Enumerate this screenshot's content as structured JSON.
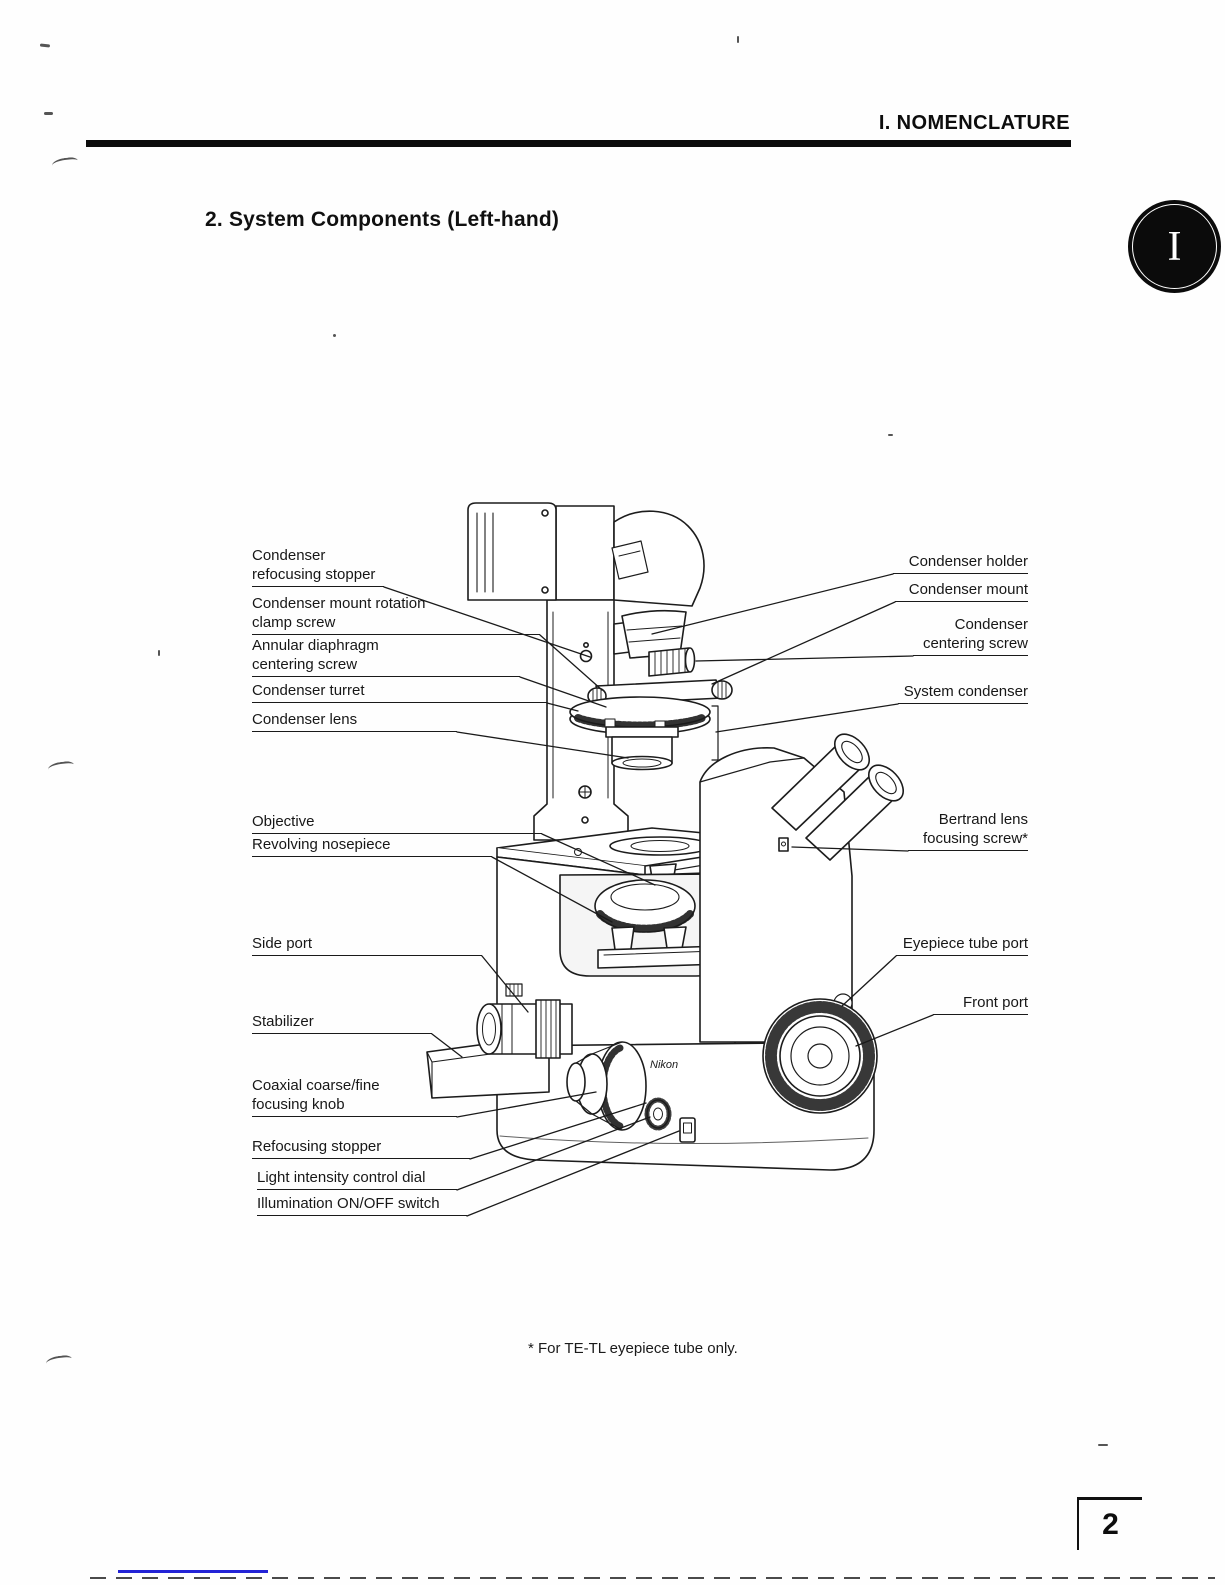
{
  "page": {
    "header": "I. NOMENCLATURE",
    "title": "2. System Components (Left-hand)",
    "tab_letter": "I",
    "footnote": "* For TE-TL eyepiece tube only.",
    "page_number": "2"
  },
  "diagram": {
    "brand_label": "Nikon",
    "left_labels": [
      {
        "id": "condenser-refocusing-stopper",
        "text": "Condenser\nrefocusing stopper"
      },
      {
        "id": "condenser-mount-rotation-clamp-screw",
        "text": "Condenser mount rotation\nclamp screw"
      },
      {
        "id": "annular-diaphragm-centering-screw",
        "text": "Annular diaphragm\ncentering screw"
      },
      {
        "id": "condenser-turret",
        "text": "Condenser turret"
      },
      {
        "id": "condenser-lens",
        "text": "Condenser lens"
      },
      {
        "id": "objective",
        "text": "Objective"
      },
      {
        "id": "revolving-nosepiece",
        "text": "Revolving nosepiece"
      },
      {
        "id": "side-port",
        "text": "Side port"
      },
      {
        "id": "stabilizer",
        "text": "Stabilizer"
      },
      {
        "id": "coaxial-coarse-fine-focusing-knob",
        "text": "Coaxial coarse/fine\nfocusing knob"
      },
      {
        "id": "refocusing-stopper",
        "text": "Refocusing stopper"
      },
      {
        "id": "light-intensity-control-dial",
        "text": "Light intensity control dial"
      },
      {
        "id": "illumination-on-off-switch",
        "text": "Illumination ON/OFF switch"
      }
    ],
    "right_labels": [
      {
        "id": "condenser-holder",
        "text": "Condenser holder"
      },
      {
        "id": "condenser-mount",
        "text": "Condenser mount"
      },
      {
        "id": "condenser-centering-screw",
        "text": "Condenser\ncentering screw"
      },
      {
        "id": "system-condenser",
        "text": "System condenser"
      },
      {
        "id": "bertrand-lens-focusing-screw",
        "text": "Bertrand lens\nfocusing screw*"
      },
      {
        "id": "eyepiece-tube-port",
        "text": "Eyepiece tube port"
      },
      {
        "id": "front-port",
        "text": "Front port"
      }
    ]
  }
}
